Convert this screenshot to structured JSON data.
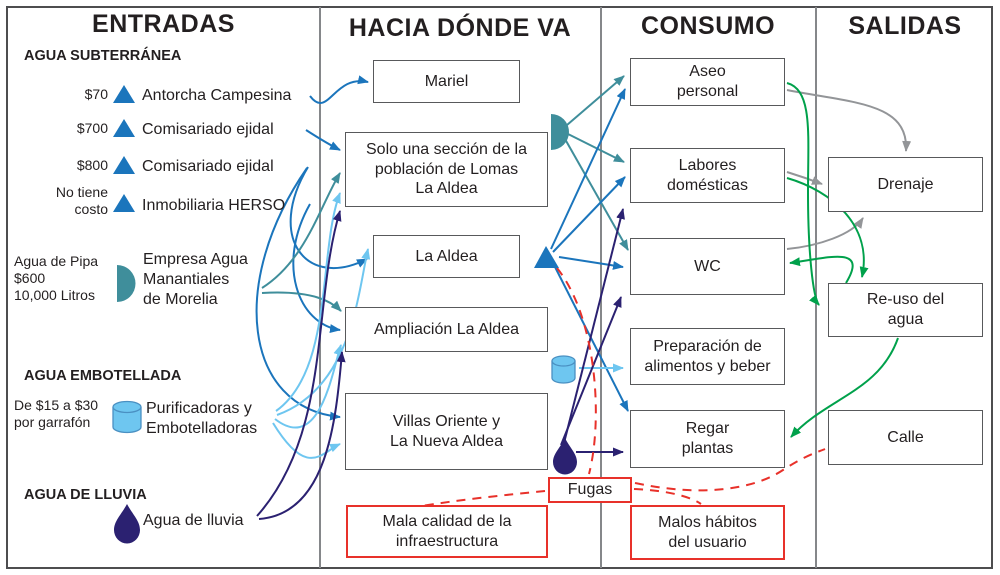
{
  "headers": {
    "entradas": "ENTRADAS",
    "hacia": "HACIA DÓNDE VA",
    "consumo": "CONSUMO",
    "salidas": "SALIDAS"
  },
  "entradas": {
    "subterranea_title": "AGUA SUBTERRÁNEA",
    "wells": [
      {
        "price": "$70",
        "name": "Antorcha Campesina"
      },
      {
        "price": "$700",
        "name": "Comisariado ejidal"
      },
      {
        "price": "$800",
        "name": "Comisariado ejidal"
      },
      {
        "price": "No tiene\ncosto",
        "name": "Inmobiliaria HERSO"
      }
    ],
    "pipa_price": "Agua de Pipa\n$600\n10,000 Litros",
    "pipa_name": "Empresa Agua\nManantiales\nde Morelia",
    "embotellada_title": "AGUA EMBOTELLADA",
    "embotellada_price": "De $15 a $30\npor garrafón",
    "embotellada_name": "Purificadoras y\nEmbotelladoras",
    "lluvia_title": "AGUA DE LLUVIA",
    "lluvia_name": "Agua de lluvia"
  },
  "hacia": {
    "mariel": "Mariel",
    "solo": "Solo una sección de la\npoblación de Lomas\nLa Aldea",
    "la_aldea": "La Aldea",
    "ampliacion": "Ampliación La Aldea",
    "villas": "Villas Oriente y\nLa Nueva Aldea",
    "mala": "Mala calidad de la\ninfraestructura"
  },
  "consumo": {
    "aseo": "Aseo\npersonal",
    "labores": "Labores\ndomésticas",
    "wc": "WC",
    "preparacion": "Preparación de\nalimentos y beber",
    "regar": "Regar\nplantas",
    "fugas": "Fugas",
    "malos": "Malos hábitos\ndel usuario"
  },
  "salidas": {
    "drenaje": "Drenaje",
    "reuso": "Re-uso del\nagua",
    "calle": "Calle"
  },
  "colors": {
    "blue": "#1b75bc",
    "teal": "#3f8e9b",
    "light_blue": "#6ec6f0",
    "navy": "#2b2171",
    "green": "#00a14b",
    "gray": "#939598",
    "red": "#e8312a",
    "box_border": "#58595b",
    "divider": "#85878a"
  },
  "connections": [
    {
      "from": "Antorcha Campesina",
      "to": "Mariel",
      "color": "blue",
      "style": "solid"
    },
    {
      "from": "Comisariado ejidal ($700)",
      "to": "Solo una sección de la población de Lomas La Aldea",
      "color": "blue",
      "style": "solid"
    },
    {
      "from": "Comisariado ejidal ($800)",
      "to": "La Aldea",
      "color": "blue",
      "style": "solid"
    },
    {
      "from": "Comisariado ejidal ($800)",
      "to": "Villas Oriente y La Nueva Aldea",
      "color": "blue",
      "style": "solid"
    },
    {
      "from": "Inmobiliaria HERSO",
      "to": "Ampliación La Aldea",
      "color": "blue",
      "style": "solid"
    },
    {
      "from": "Empresa Agua Manantiales de Morelia",
      "to": "Solo una sección de la población de Lomas La Aldea",
      "color": "teal",
      "style": "solid"
    },
    {
      "from": "Empresa Agua Manantiales de Morelia",
      "to": "Ampliación La Aldea",
      "color": "teal",
      "style": "solid"
    },
    {
      "from": "Purificadoras y Embotelladoras",
      "to": "Solo una sección de la población de Lomas La Aldea",
      "color": "light_blue",
      "style": "solid"
    },
    {
      "from": "Purificadoras y Embotelladoras",
      "to": "La Aldea",
      "color": "light_blue",
      "style": "solid"
    },
    {
      "from": "Purificadoras y Embotelladoras",
      "to": "Ampliación La Aldea",
      "color": "light_blue",
      "style": "solid"
    },
    {
      "from": "Purificadoras y Embotelladoras",
      "to": "Villas Oriente y La Nueva Aldea",
      "color": "light_blue",
      "style": "solid"
    },
    {
      "from": "Agua de lluvia",
      "to": "Solo una sección de la población de Lomas La Aldea",
      "color": "navy",
      "style": "solid"
    },
    {
      "from": "Agua de lluvia",
      "to": "Ampliación La Aldea",
      "color": "navy",
      "style": "solid"
    },
    {
      "from": "Agua de pipa (icono)",
      "to": "Aseo personal",
      "color": "teal",
      "style": "solid"
    },
    {
      "from": "Agua de pipa (icono)",
      "to": "Labores domésticas",
      "color": "teal",
      "style": "solid"
    },
    {
      "from": "Agua de pipa (icono)",
      "to": "WC",
      "color": "teal",
      "style": "solid"
    },
    {
      "from": "Agua subterránea (icono)",
      "to": "Aseo personal",
      "color": "blue",
      "style": "solid"
    },
    {
      "from": "Agua subterránea (icono)",
      "to": "Labores domésticas",
      "color": "blue",
      "style": "solid"
    },
    {
      "from": "Agua subterránea (icono)",
      "to": "WC",
      "color": "blue",
      "style": "solid"
    },
    {
      "from": "Agua subterránea (icono)",
      "to": "Regar plantas",
      "color": "blue",
      "style": "solid"
    },
    {
      "from": "Agua embotellada (icono)",
      "to": "Preparación de alimentos y beber",
      "color": "light_blue",
      "style": "solid"
    },
    {
      "from": "Agua de lluvia (icono)",
      "to": "Labores domésticas",
      "color": "navy",
      "style": "solid"
    },
    {
      "from": "Agua de lluvia (icono)",
      "to": "WC",
      "color": "navy",
      "style": "solid"
    },
    {
      "from": "Agua de lluvia (icono)",
      "to": "Regar plantas",
      "color": "navy",
      "style": "solid"
    },
    {
      "from": "Aseo personal",
      "to": "Drenaje",
      "color": "gray",
      "style": "solid"
    },
    {
      "from": "Labores domésticas",
      "to": "Drenaje",
      "color": "gray",
      "style": "solid"
    },
    {
      "from": "WC",
      "to": "Drenaje",
      "color": "gray",
      "style": "solid"
    },
    {
      "from": "Aseo personal",
      "to": "Re-uso del agua",
      "color": "green",
      "style": "solid"
    },
    {
      "from": "Labores domésticas",
      "to": "Re-uso del agua",
      "color": "green",
      "style": "solid"
    },
    {
      "from": "Re-uso del agua",
      "to": "WC",
      "color": "green",
      "style": "solid"
    },
    {
      "from": "Re-uso del agua",
      "to": "Regar plantas",
      "color": "green",
      "style": "solid"
    },
    {
      "from": "La Aldea",
      "to": "Fugas",
      "color": "red",
      "style": "dashed"
    },
    {
      "from": "Fugas",
      "to": "Mala calidad de la infraestructura",
      "color": "red",
      "style": "dashed"
    },
    {
      "from": "Fugas",
      "to": "Malos hábitos del usuario",
      "color": "red",
      "style": "dashed"
    },
    {
      "from": "Fugas",
      "to": "Calle",
      "color": "red",
      "style": "dashed"
    }
  ]
}
